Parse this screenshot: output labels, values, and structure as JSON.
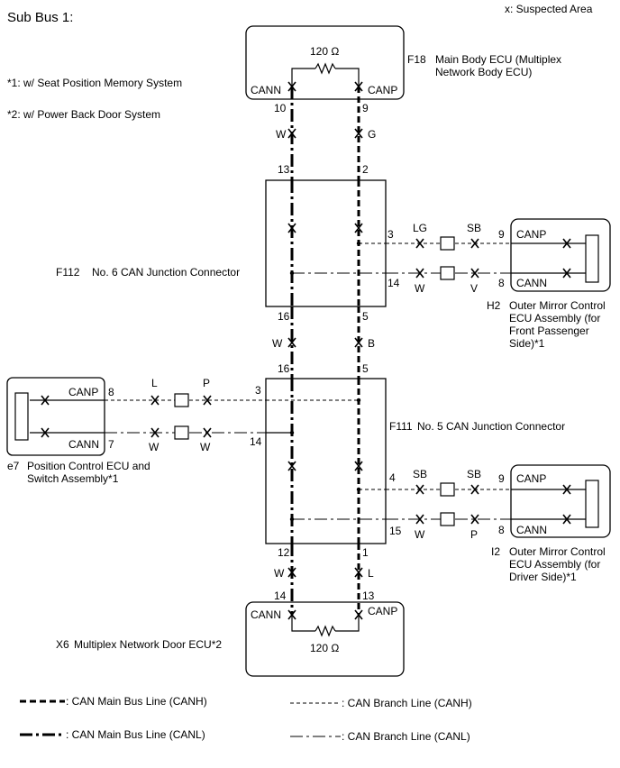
{
  "title": "Sub Bus 1:",
  "legend_suspected": "x: Suspected Area",
  "notes": {
    "n1": "*1: w/ Seat Position Memory System",
    "n2": "*2: w/ Power Back Door System"
  },
  "ecu_top": {
    "id": "F18",
    "name_line1": "Main Body ECU (Multiplex",
    "name_line2": "Network Body ECU)",
    "resistor": "120 Ω",
    "canl_label": "CANN",
    "canh_label": "CANP",
    "pin_l": "10",
    "pin_h": "9"
  },
  "wires_top": {
    "l_color": "W",
    "h_color": "G"
  },
  "jc6": {
    "id": "F112",
    "name": "No. 6 CAN Junction Connector",
    "pin_top_l": "13",
    "pin_top_h": "2",
    "pin_bot_l": "16",
    "pin_bot_h": "5",
    "pin_branch_h": "3",
    "pin_branch_l": "14"
  },
  "branch_h2": {
    "h_color1": "LG",
    "h_color2": "SB",
    "l_color1": "W",
    "l_color2": "V"
  },
  "ecu_h2": {
    "id": "H2",
    "name_line1": "Outer Mirror Control",
    "name_line2": "ECU Assembly (for",
    "name_line3": "Front Passenger",
    "name_line4": "Side)*1",
    "canh_label": "CANP",
    "canl_label": "CANN",
    "pin_h": "9",
    "pin_l": "8"
  },
  "wires_mid": {
    "l_color": "W",
    "h_color": "B"
  },
  "jc5": {
    "id": "F111",
    "name": "No. 5 CAN Junction Connector",
    "pin_top_l": "16",
    "pin_top_h": "5",
    "pin_left_h": "3",
    "pin_left_l": "14",
    "pin_right_h": "4",
    "pin_right_l": "15",
    "pin_bot_l": "12",
    "pin_bot_h": "1"
  },
  "branch_e7": {
    "h_color1": "L",
    "h_color2": "P",
    "l_color1": "W",
    "l_color2": "W"
  },
  "ecu_e7": {
    "id": "e7",
    "name_line1": "Position Control ECU and",
    "name_line2": "Switch Assembly*1",
    "canh_label": "CANP",
    "canl_label": "CANN",
    "pin_h": "8",
    "pin_l": "7"
  },
  "branch_i2": {
    "h_color1": "SB",
    "h_color2": "SB",
    "l_color1": "W",
    "l_color2": "P"
  },
  "ecu_i2": {
    "id": "I2",
    "name_line1": "Outer Mirror Control",
    "name_line2": "ECU Assembly (for",
    "name_line3": "Driver Side)*1",
    "canh_label": "CANP",
    "canl_label": "CANN",
    "pin_h": "9",
    "pin_l": "8"
  },
  "wires_bot": {
    "l_color": "W",
    "h_color": "L"
  },
  "ecu_bottom": {
    "id": "X6",
    "name": "Multiplex Network Door ECU*2",
    "resistor": "120 Ω",
    "canl_label": "CANN",
    "canh_label": "CANP",
    "pin_l": "14",
    "pin_h": "13"
  },
  "legend": {
    "main_h": ": CAN Main Bus Line (CANH)",
    "main_l": ": CAN Main Bus Line (CANL)",
    "branch_h": ": CAN Branch Line (CANH)",
    "branch_l": ": CAN Branch Line (CANL)"
  }
}
